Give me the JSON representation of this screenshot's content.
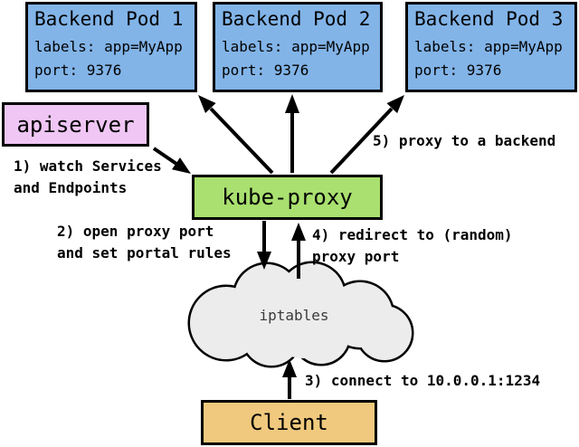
{
  "diagram": {
    "pods": [
      {
        "title": "Backend Pod 1",
        "labels_line": "labels: app=MyApp",
        "port_line": "port: 9376"
      },
      {
        "title": "Backend Pod 2",
        "labels_line": "labels: app=MyApp",
        "port_line": "port: 9376"
      },
      {
        "title": "Backend Pod 3",
        "labels_line": "labels: app=MyApp",
        "port_line": "port: 9376"
      }
    ],
    "apiserver": {
      "label": "apiserver"
    },
    "kube_proxy": {
      "label": "kube-proxy"
    },
    "cloud": {
      "label": "iptables"
    },
    "client": {
      "label": "Client"
    },
    "steps": [
      {
        "lines": [
          "1) watch Services",
          "and Endpoints"
        ]
      },
      {
        "lines": [
          "2) open proxy port",
          "and set portal rules"
        ]
      },
      {
        "lines": [
          "3) connect to 10.0.0.1:1234"
        ]
      },
      {
        "lines": [
          "4) redirect to (random)",
          "proxy port"
        ]
      },
      {
        "lines": [
          "5) proxy to a backend"
        ]
      }
    ],
    "colors": {
      "pod_fill": "#82b4e8",
      "apiserver_fill": "#efc6f4",
      "kube_proxy_fill": "#a9e06f",
      "client_fill": "#f0c97e",
      "cloud_fill": "#ececec",
      "line": "#000000",
      "background": "#ffffff"
    }
  }
}
